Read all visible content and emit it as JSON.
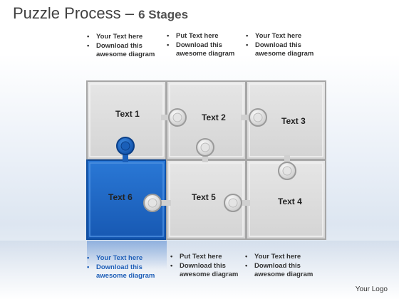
{
  "title": {
    "main": "Puzzle Process",
    "dash": " – ",
    "sub": "6 Stages"
  },
  "top_text": [
    {
      "lines": [
        "Your Text here",
        "Download this awesome diagram"
      ]
    },
    {
      "lines": [
        "Put Text here",
        "Download this awesome diagram"
      ]
    },
    {
      "lines": [
        "Your Text here",
        "Download this awesome diagram"
      ]
    }
  ],
  "bottom_text": [
    {
      "lines": [
        "Your Text here",
        "Download this awesome diagram"
      ]
    },
    {
      "lines": [
        "Put Text here",
        "Download this awesome diagram"
      ]
    },
    {
      "lines": [
        "Your Text here",
        "Download this awesome diagram"
      ]
    }
  ],
  "pieces": {
    "text1": "Text 1",
    "text2": "Text 2",
    "text3": "Text 3",
    "text4": "Text 4",
    "text5": "Text 5",
    "text6": "Text 6"
  },
  "logo": "Your Logo",
  "colors": {
    "piece": "#d9d9d9",
    "highlight": "#1e6ac6",
    "border": "#a6a6a6"
  }
}
